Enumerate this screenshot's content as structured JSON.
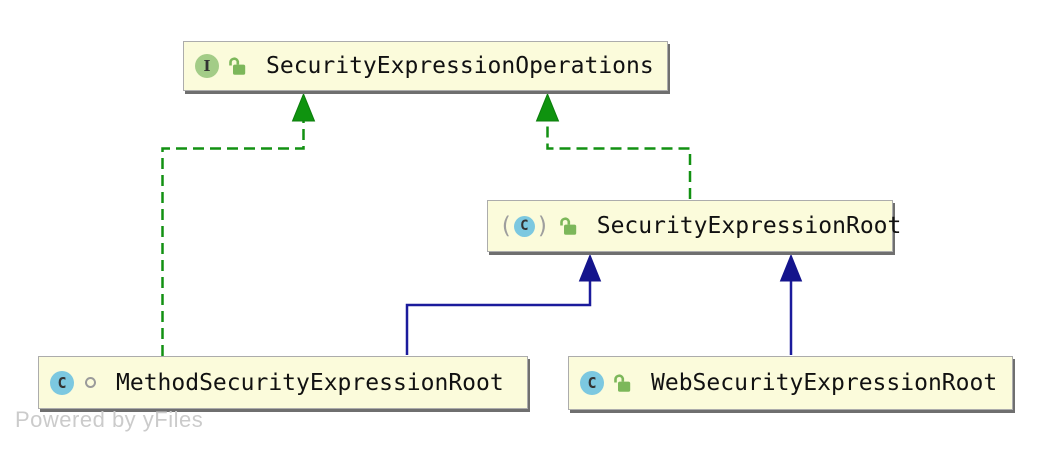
{
  "diagram": {
    "watermark": "Powered by yFiles",
    "nodes": [
      {
        "id": "SecurityExpressionOperations",
        "label": "SecurityExpressionOperations",
        "kind": "interface",
        "icon_letter": "I",
        "visibility": "public",
        "visibility_icon": "unlocked-icon"
      },
      {
        "id": "SecurityExpressionRoot",
        "label": "SecurityExpressionRoot",
        "kind": "abstract-class",
        "icon_letter": "C",
        "paren_open": "(",
        "paren_close": ")",
        "visibility": "public",
        "visibility_icon": "unlocked-icon"
      },
      {
        "id": "MethodSecurityExpressionRoot",
        "label": "MethodSecurityExpressionRoot",
        "kind": "class",
        "icon_letter": "C",
        "visibility": "package-local",
        "visibility_icon": "package-local-icon"
      },
      {
        "id": "WebSecurityExpressionRoot",
        "label": "WebSecurityExpressionRoot",
        "kind": "class",
        "icon_letter": "C",
        "visibility": "public",
        "visibility_icon": "unlocked-icon"
      }
    ],
    "edges": [
      {
        "from": "MethodSecurityExpressionRoot",
        "to": "SecurityExpressionOperations",
        "type": "realization",
        "style": "dashed-green"
      },
      {
        "from": "SecurityExpressionRoot",
        "to": "SecurityExpressionOperations",
        "type": "realization",
        "style": "dashed-green"
      },
      {
        "from": "MethodSecurityExpressionRoot",
        "to": "SecurityExpressionRoot",
        "type": "generalization",
        "style": "solid-navy"
      },
      {
        "from": "WebSecurityExpressionRoot",
        "to": "SecurityExpressionRoot",
        "type": "generalization",
        "style": "solid-navy"
      }
    ],
    "colors": {
      "node_fill": "#FBFBDB",
      "node_border": "#ACACAC",
      "node_shadow": "#6F6F6F",
      "realization_edge": "#129112",
      "generalization_edge": "#1B1B9C",
      "generalization_arrow": "#14148C",
      "interface_icon_bg": "#A3CC87",
      "class_icon_bg": "#7CC8E0",
      "lock_icon_green": "#7CB75A",
      "package_icon_gray": "#9A9A9A",
      "watermark_color": "#CBCBCB",
      "label_color": "#111111"
    }
  }
}
